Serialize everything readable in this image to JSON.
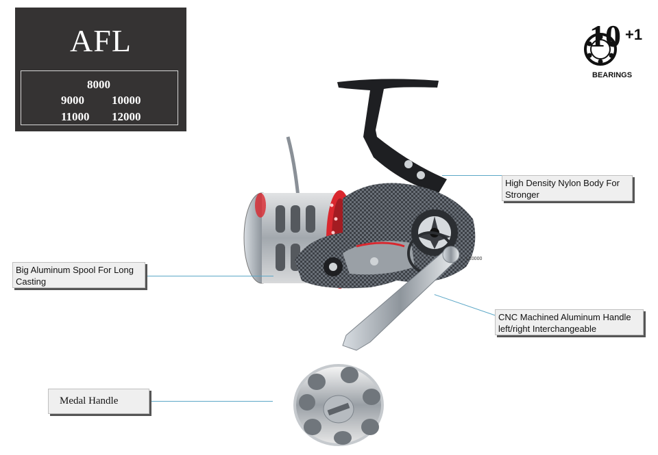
{
  "title_panel": {
    "model": "AFL",
    "sizes_row1": [
      "8000"
    ],
    "sizes_row2": [
      "9000",
      "10000"
    ],
    "sizes_row3": [
      "11000",
      "12000"
    ]
  },
  "bearings": {
    "number": "10",
    "plus": "+1",
    "label": "BEARINGS"
  },
  "reel_label": "L10000",
  "callouts": {
    "body": "High Density Nylon Body For Stronger",
    "spool": "Big Aluminum Spool For Long Casting",
    "handle": "CNC Machined Aluminum  Handle left/right Interchangeable",
    "knob": "Medal Handle"
  },
  "colors": {
    "panel": "#353333",
    "accent_red": "#d9272e",
    "leader": "#5aa6c6"
  }
}
